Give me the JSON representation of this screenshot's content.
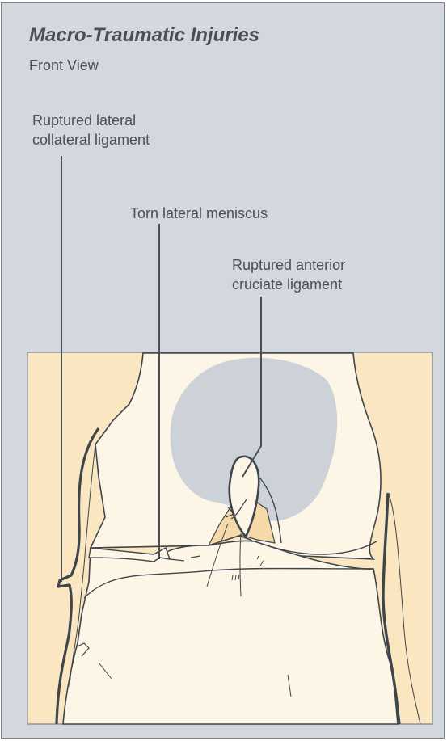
{
  "figure": {
    "title": "Macro-Traumatic Injuries",
    "subtitle": "Front View",
    "labels": {
      "lcl": {
        "line1": "Ruptured lateral",
        "line2": "collateral ligament"
      },
      "meniscus": {
        "line1": "Torn lateral meniscus"
      },
      "acl": {
        "line1": "Ruptured anterior",
        "line2": "cruciate ligament"
      }
    },
    "colors": {
      "background": "#d3d8de",
      "panel": "#fbe6c2",
      "bone": "#fdf6e6",
      "outline": "#3e454d",
      "patella_shadow": "#cdd2d8",
      "cartilage": "#f5d9a8"
    }
  }
}
